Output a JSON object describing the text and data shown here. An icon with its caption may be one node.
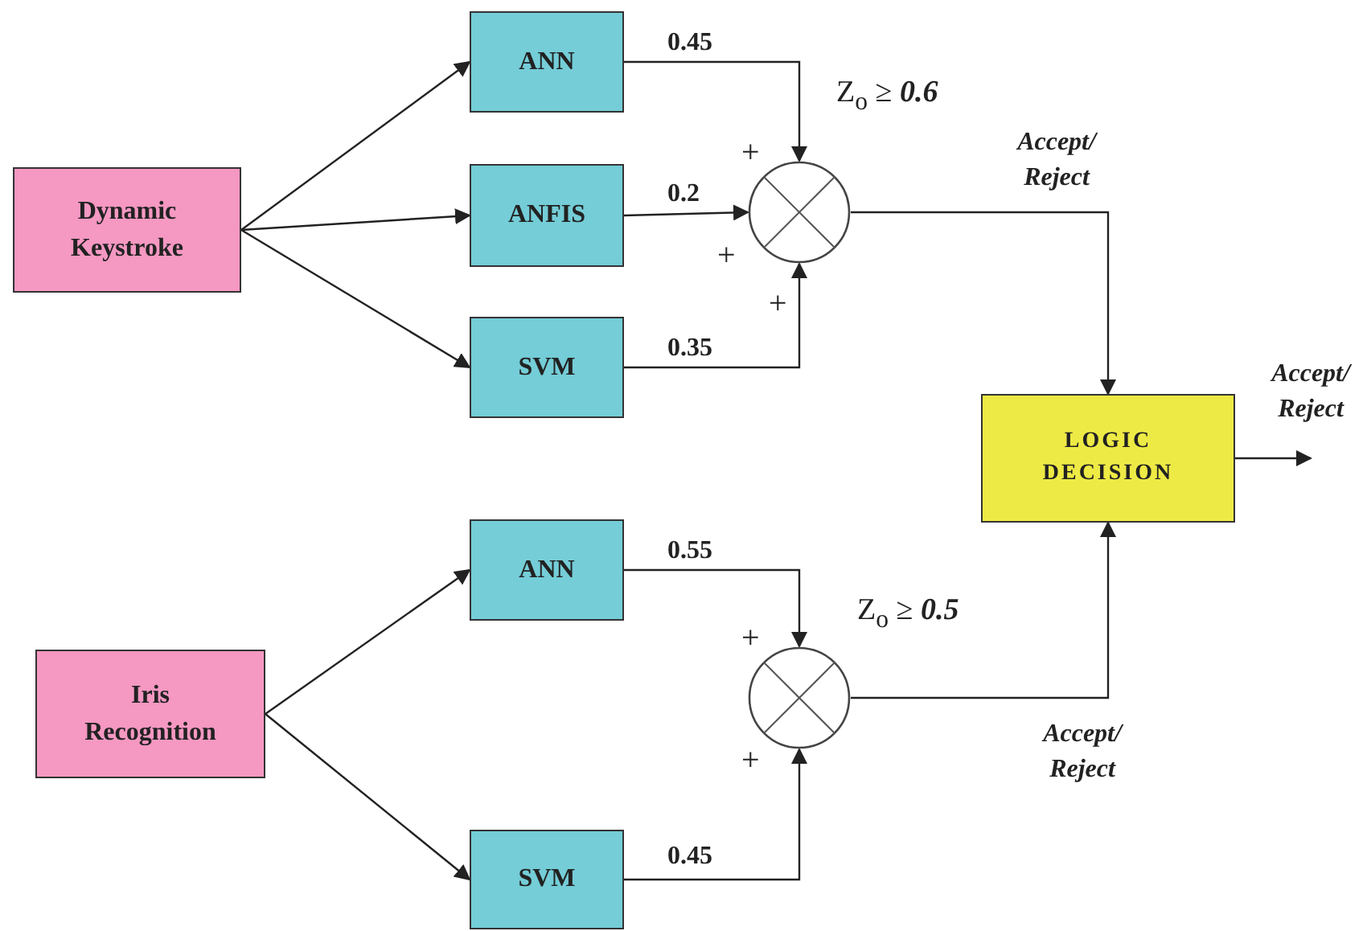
{
  "diagram": {
    "nodes": [
      {
        "text": [
          "Dynamic Keystroke"
        ]
      },
      {
        "text": [
          "ANN"
        ]
      },
      {
        "text": [
          "ANFIS"
        ]
      },
      {
        "text": [
          "SVM"
        ]
      },
      {
        "text": [],
        "shape": "circle",
        "beside": [
          "Z$_{o}$ ≥ **0.6**"
        ]
      },
      {
        "text": [
          "LOGIC DECISION"
        ]
      },
      {
        "text": [
          "Iris Recognition"
        ]
      },
      {
        "text": [
          "ANN"
        ]
      },
      {
        "text": [
          "SVM"
        ]
      },
      {
        "text": [],
        "shape": "circle",
        "beside": [
          "Z$_{o}$ ≥ **0.5**"
        ]
      }
    ],
    "edges": [
      {
        "from": 0,
        "to": 1,
        "arrow": "to"
      },
      {
        "from": 0,
        "to": 2,
        "arrow": "to"
      },
      {
        "from": 0,
        "to": 3,
        "arrow": "to"
      },
      {
        "from": 1,
        "to": 4,
        "arrow": "to",
        "label": "0.45"
      },
      {
        "from": 2,
        "to": 4,
        "arrow": "to",
        "label": "0.2"
      },
      {
        "from": 3,
        "to": 4,
        "arrow": "to",
        "label": "0.35"
      },
      {
        "from": 4,
        "to": 5,
        "arrow": "to",
        "label": "Accept/ Reject"
      },
      {
        "from": 6,
        "to": 7,
        "arrow": "to"
      },
      {
        "from": 6,
        "to": 8,
        "arrow": "to"
      },
      {
        "from": 7,
        "to": 9,
        "arrow": "to",
        "label": "0.55"
      },
      {
        "from": 8,
        "to": 9,
        "arrow": "to",
        "label": "0.45"
      },
      {
        "from": 9,
        "to": 5,
        "arrow": "to",
        "label": "Accept/ Reject"
      },
      {
        "from": 5,
        "to": null,
        "arrow": "to",
        "label": "Accept/ Reject"
      }
    ],
    "labels": [
      "+",
      "+",
      "+",
      "+",
      "+"
    ]
  }
}
